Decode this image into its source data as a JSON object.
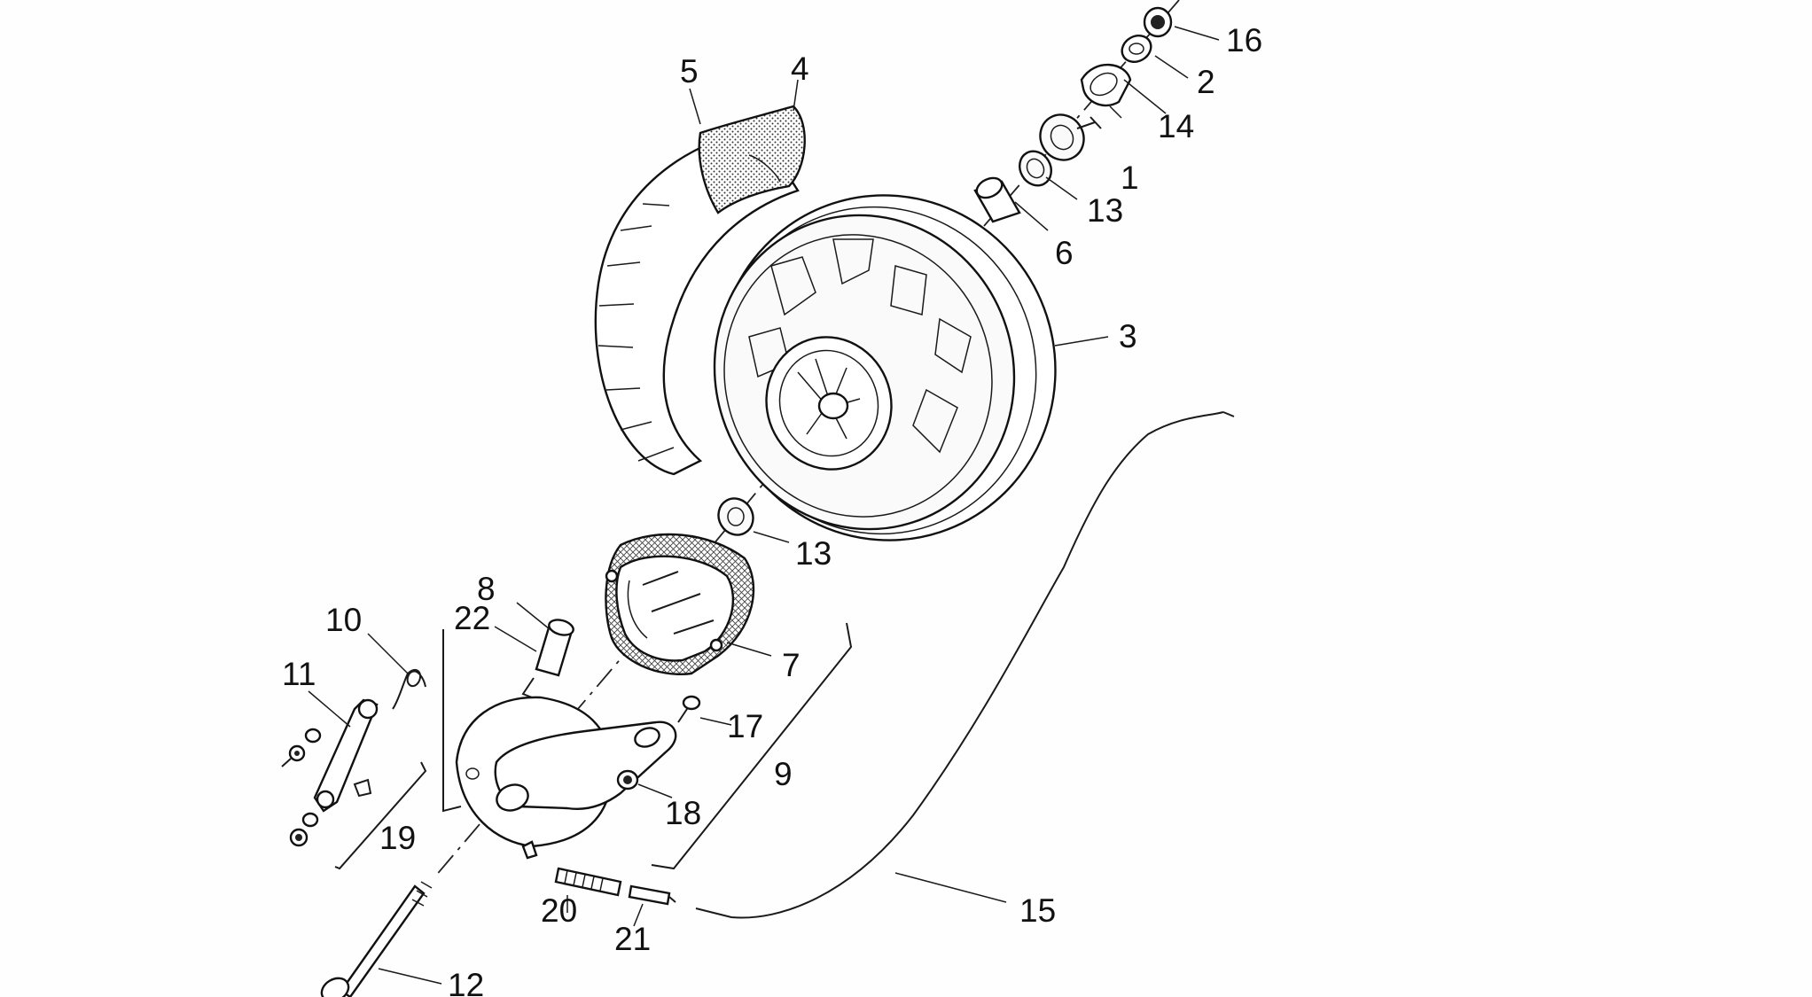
{
  "diagram": {
    "part_labels": [
      {
        "id": "p1",
        "text": "1"
      },
      {
        "id": "p2",
        "text": "2"
      },
      {
        "id": "p3",
        "text": "3"
      },
      {
        "id": "p4",
        "text": "4"
      },
      {
        "id": "p5",
        "text": "5"
      },
      {
        "id": "p6",
        "text": "6"
      },
      {
        "id": "p7",
        "text": "7"
      },
      {
        "id": "p8",
        "text": "8"
      },
      {
        "id": "p9",
        "text": "9"
      },
      {
        "id": "p10",
        "text": "10"
      },
      {
        "id": "p11",
        "text": "11"
      },
      {
        "id": "p12",
        "text": "12"
      },
      {
        "id": "p13a",
        "text": "13"
      },
      {
        "id": "p13b",
        "text": "13"
      },
      {
        "id": "p14",
        "text": "14"
      },
      {
        "id": "p15",
        "text": "15"
      },
      {
        "id": "p16",
        "text": "16"
      },
      {
        "id": "p17",
        "text": "17"
      },
      {
        "id": "p18",
        "text": "18"
      },
      {
        "id": "p19",
        "text": "19"
      },
      {
        "id": "p20",
        "text": "20"
      },
      {
        "id": "p21",
        "text": "21"
      },
      {
        "id": "p22",
        "text": "22"
      }
    ]
  }
}
